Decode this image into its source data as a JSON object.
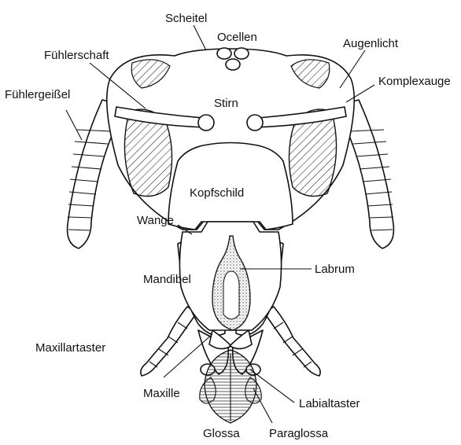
{
  "figure": {
    "labels": {
      "scheitel": "Scheitel",
      "ocellen": "Ocellen",
      "augenlicht": "Augenlicht",
      "fuehlerschaft": "Fühlerschaft",
      "fuehlergeissel": "Fühlergeißel",
      "komplexauge": "Komplexauge",
      "stirn": "Stirn",
      "kopfschild": "Kopfschild",
      "wange": "Wange",
      "labrum": "Labrum",
      "mandibel": "Mandibel",
      "maxillartaster": "Maxillartaster",
      "maxille": "Maxille",
      "labialtaster": "Labialtaster",
      "glossa": "Glossa",
      "paraglossa": "Paraglossa"
    },
    "colors": {
      "ink": "#111111",
      "background": "#ffffff",
      "stipple": "#c8c8c8"
    }
  }
}
